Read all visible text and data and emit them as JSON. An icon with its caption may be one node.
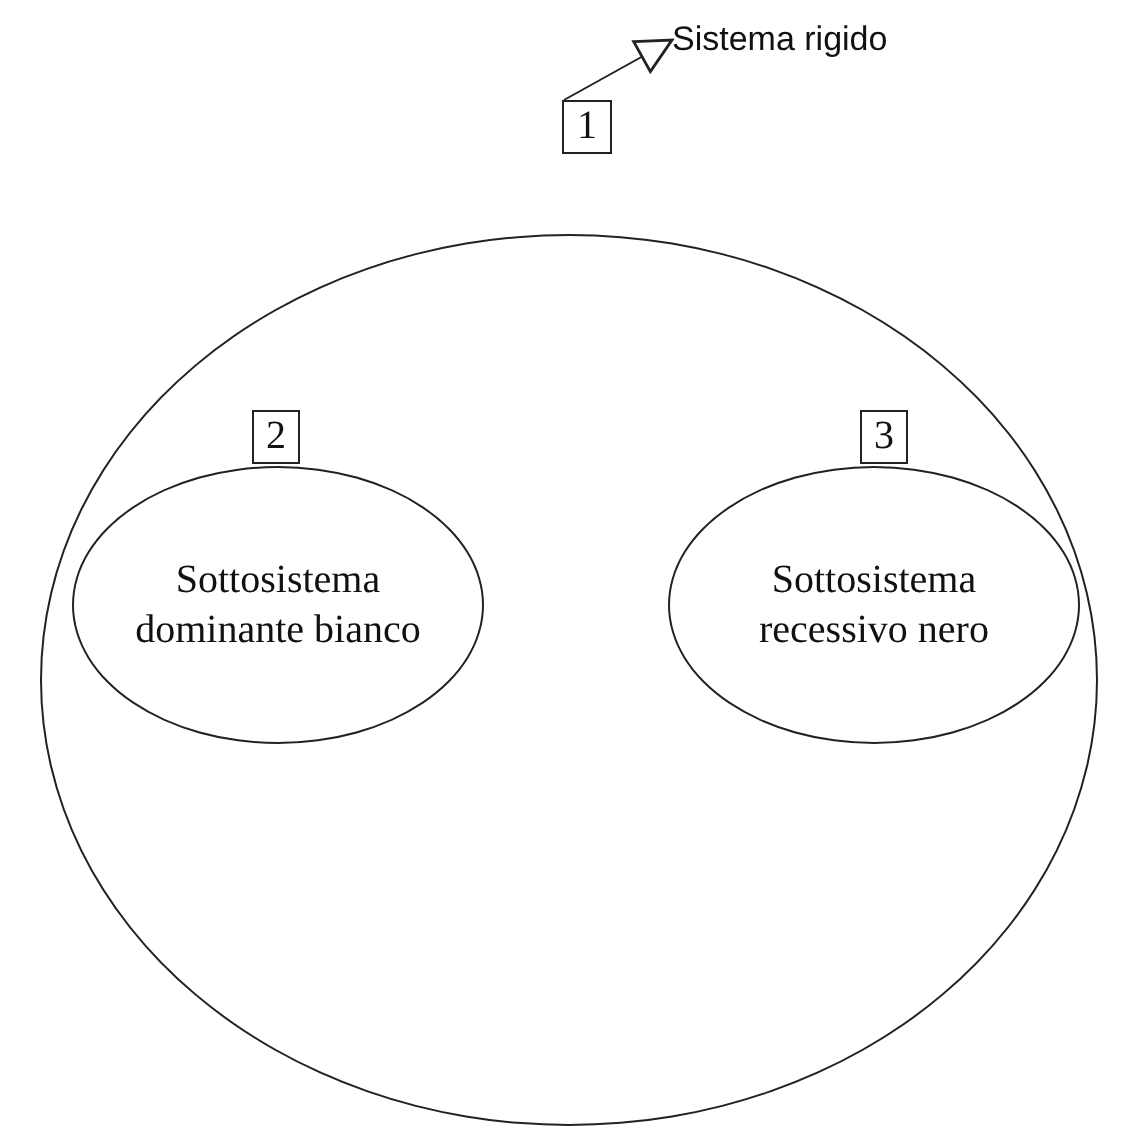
{
  "diagram": {
    "nodes": [
      {
        "text": [
          "Sistema rigido"
        ]
      },
      {
        "text": [
          "1"
        ]
      },
      {
        "text": [],
        "shape": "circle"
      },
      {
        "text": [
          "2"
        ],
        "in": 2
      },
      {
        "text": [
          "Sottosistema dominante bianco"
        ],
        "in": 2
      },
      {
        "text": [
          "3"
        ],
        "in": 2
      },
      {
        "text": [
          "Sottosistema recessivo nero"
        ],
        "in": 2
      }
    ],
    "edges": [
      {
        "from": 1,
        "to": 0,
        "arrow": "to"
      }
    ]
  }
}
